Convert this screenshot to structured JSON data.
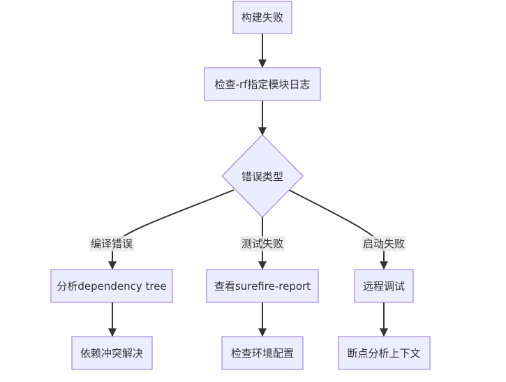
{
  "diagram": {
    "nodes": {
      "build_fail": "构建失败",
      "check_log": "检查-rf指定模块日志",
      "error_type": "错误类型",
      "analyze_tree": "分析dependency tree",
      "resolve_conflict": "依赖冲突解决",
      "view_report": "查看surefire-report",
      "check_env": "检查环境配置",
      "remote_debug": "远程调试",
      "breakpoint": "断点分析上下文"
    },
    "edge_labels": {
      "compile_error": "编译错误",
      "test_fail": "测试失败",
      "start_fail": "启动失败"
    },
    "colors": {
      "node_fill": "#ececff",
      "node_stroke": "#9370db",
      "edge": "#333333",
      "text": "#333333"
    }
  }
}
